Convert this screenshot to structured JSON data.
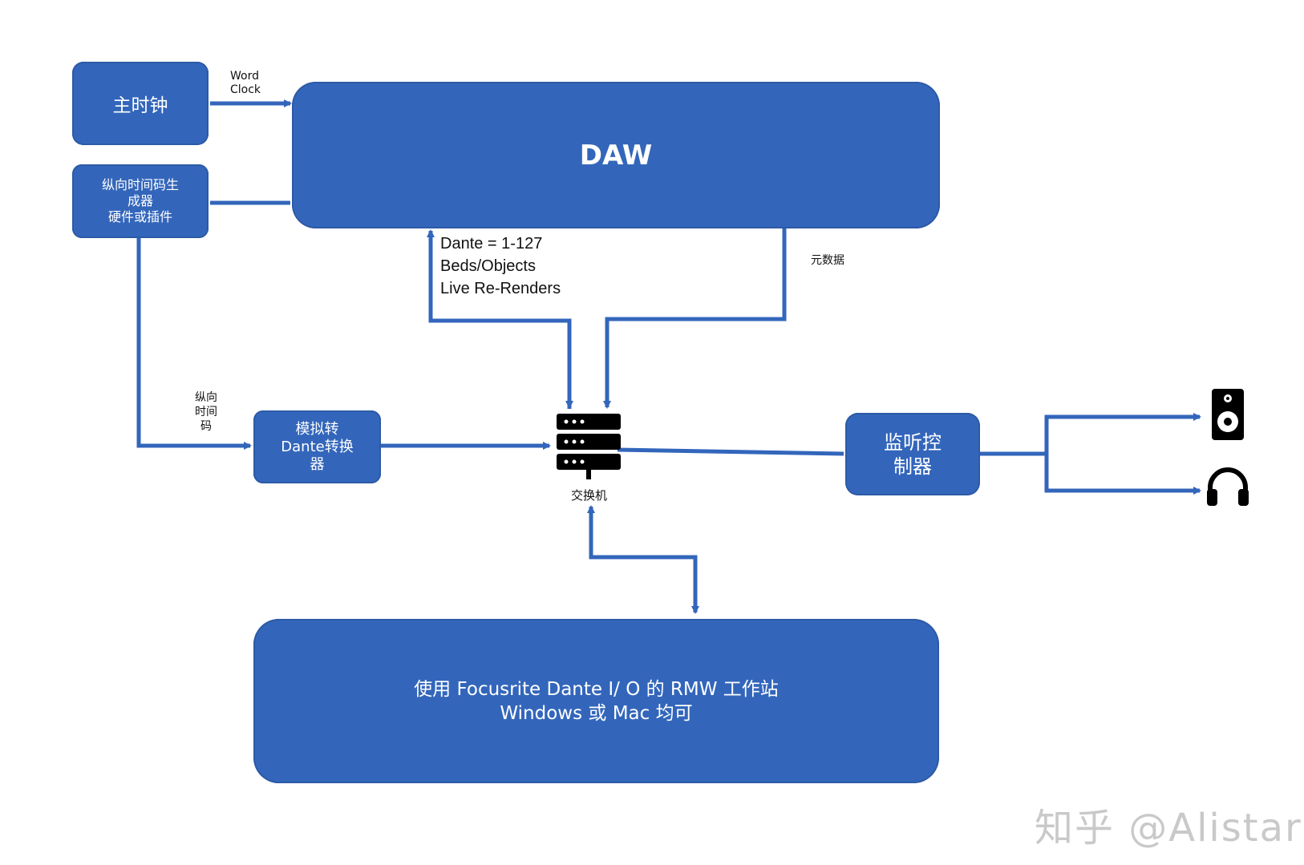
{
  "nodes": {
    "master_clock": {
      "label": "主时钟"
    },
    "ltc_gen": {
      "lines": [
        "纵向时间码生",
        "成器",
        "硬件或插件"
      ]
    },
    "daw": {
      "label": "DAW"
    },
    "converter": {
      "lines": [
        "模拟转",
        "Dante转换",
        "器"
      ]
    },
    "monitor_ctrl": {
      "lines": [
        "监听控",
        "制器"
      ]
    },
    "switch": {
      "label": "交换机"
    },
    "workstation": {
      "lines": [
        "使用 Focusrite Dante I/ O 的 RMW 工作站",
        "Windows 或 Mac 均可"
      ]
    }
  },
  "edges": {
    "word_clock": [
      "Word",
      "Clock"
    ],
    "dante_info": [
      "Dante = 1-127",
      "Beds/Objects",
      "Live Re-Renders"
    ],
    "metadata": "元数据",
    "ltc": [
      "纵向",
      "时间",
      "码"
    ]
  },
  "watermark": "知乎 @Alistar",
  "colors": {
    "box": "#3366bb",
    "line": "#3366bb"
  }
}
